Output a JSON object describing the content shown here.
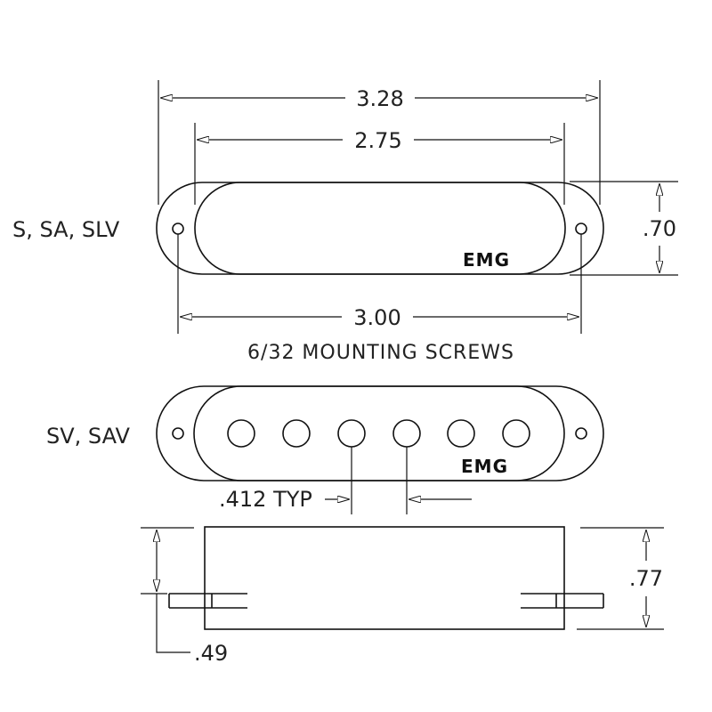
{
  "dimensions": {
    "overall_length": "3.28",
    "cover_length": "2.75",
    "screw_spacing": "3.00",
    "height": ".70",
    "pole_spacing": ".412 TYP",
    "base_height": ".49",
    "total_depth": ".77"
  },
  "labels": {
    "model_top": "S, SA, SLV",
    "model_middle": "SV, SAV",
    "screws": "6/32 MOUNTING SCREWS"
  },
  "logo_top": "EMG",
  "logo_middle": "EMG",
  "line_color": "#111111"
}
